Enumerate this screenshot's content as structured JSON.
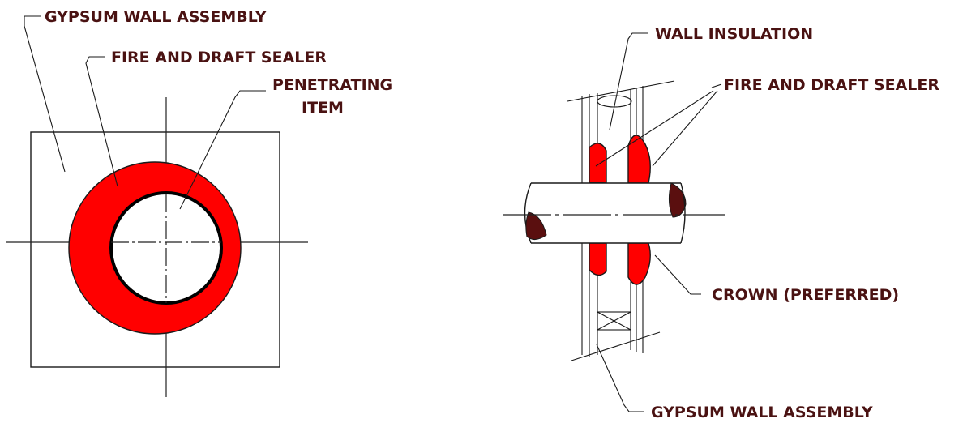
{
  "left_view": {
    "label_wall": "GYPSUM WALL ASSEMBLY",
    "label_sealer": "FIRE AND DRAFT SEALER",
    "label_penetrating_1": "PENETRATING",
    "label_penetrating_2": "ITEM"
  },
  "right_view": {
    "label_insulation": "WALL INSULATION",
    "label_sealer": "FIRE AND DRAFT SEALER",
    "label_crown": "CROWN (PREFERRED)",
    "label_wall": "GYPSUM WALL ASSEMBLY"
  },
  "colors": {
    "sealer": "#ff0000",
    "label_text": "#4a1212",
    "pipe_end": "#5a0f0f"
  }
}
